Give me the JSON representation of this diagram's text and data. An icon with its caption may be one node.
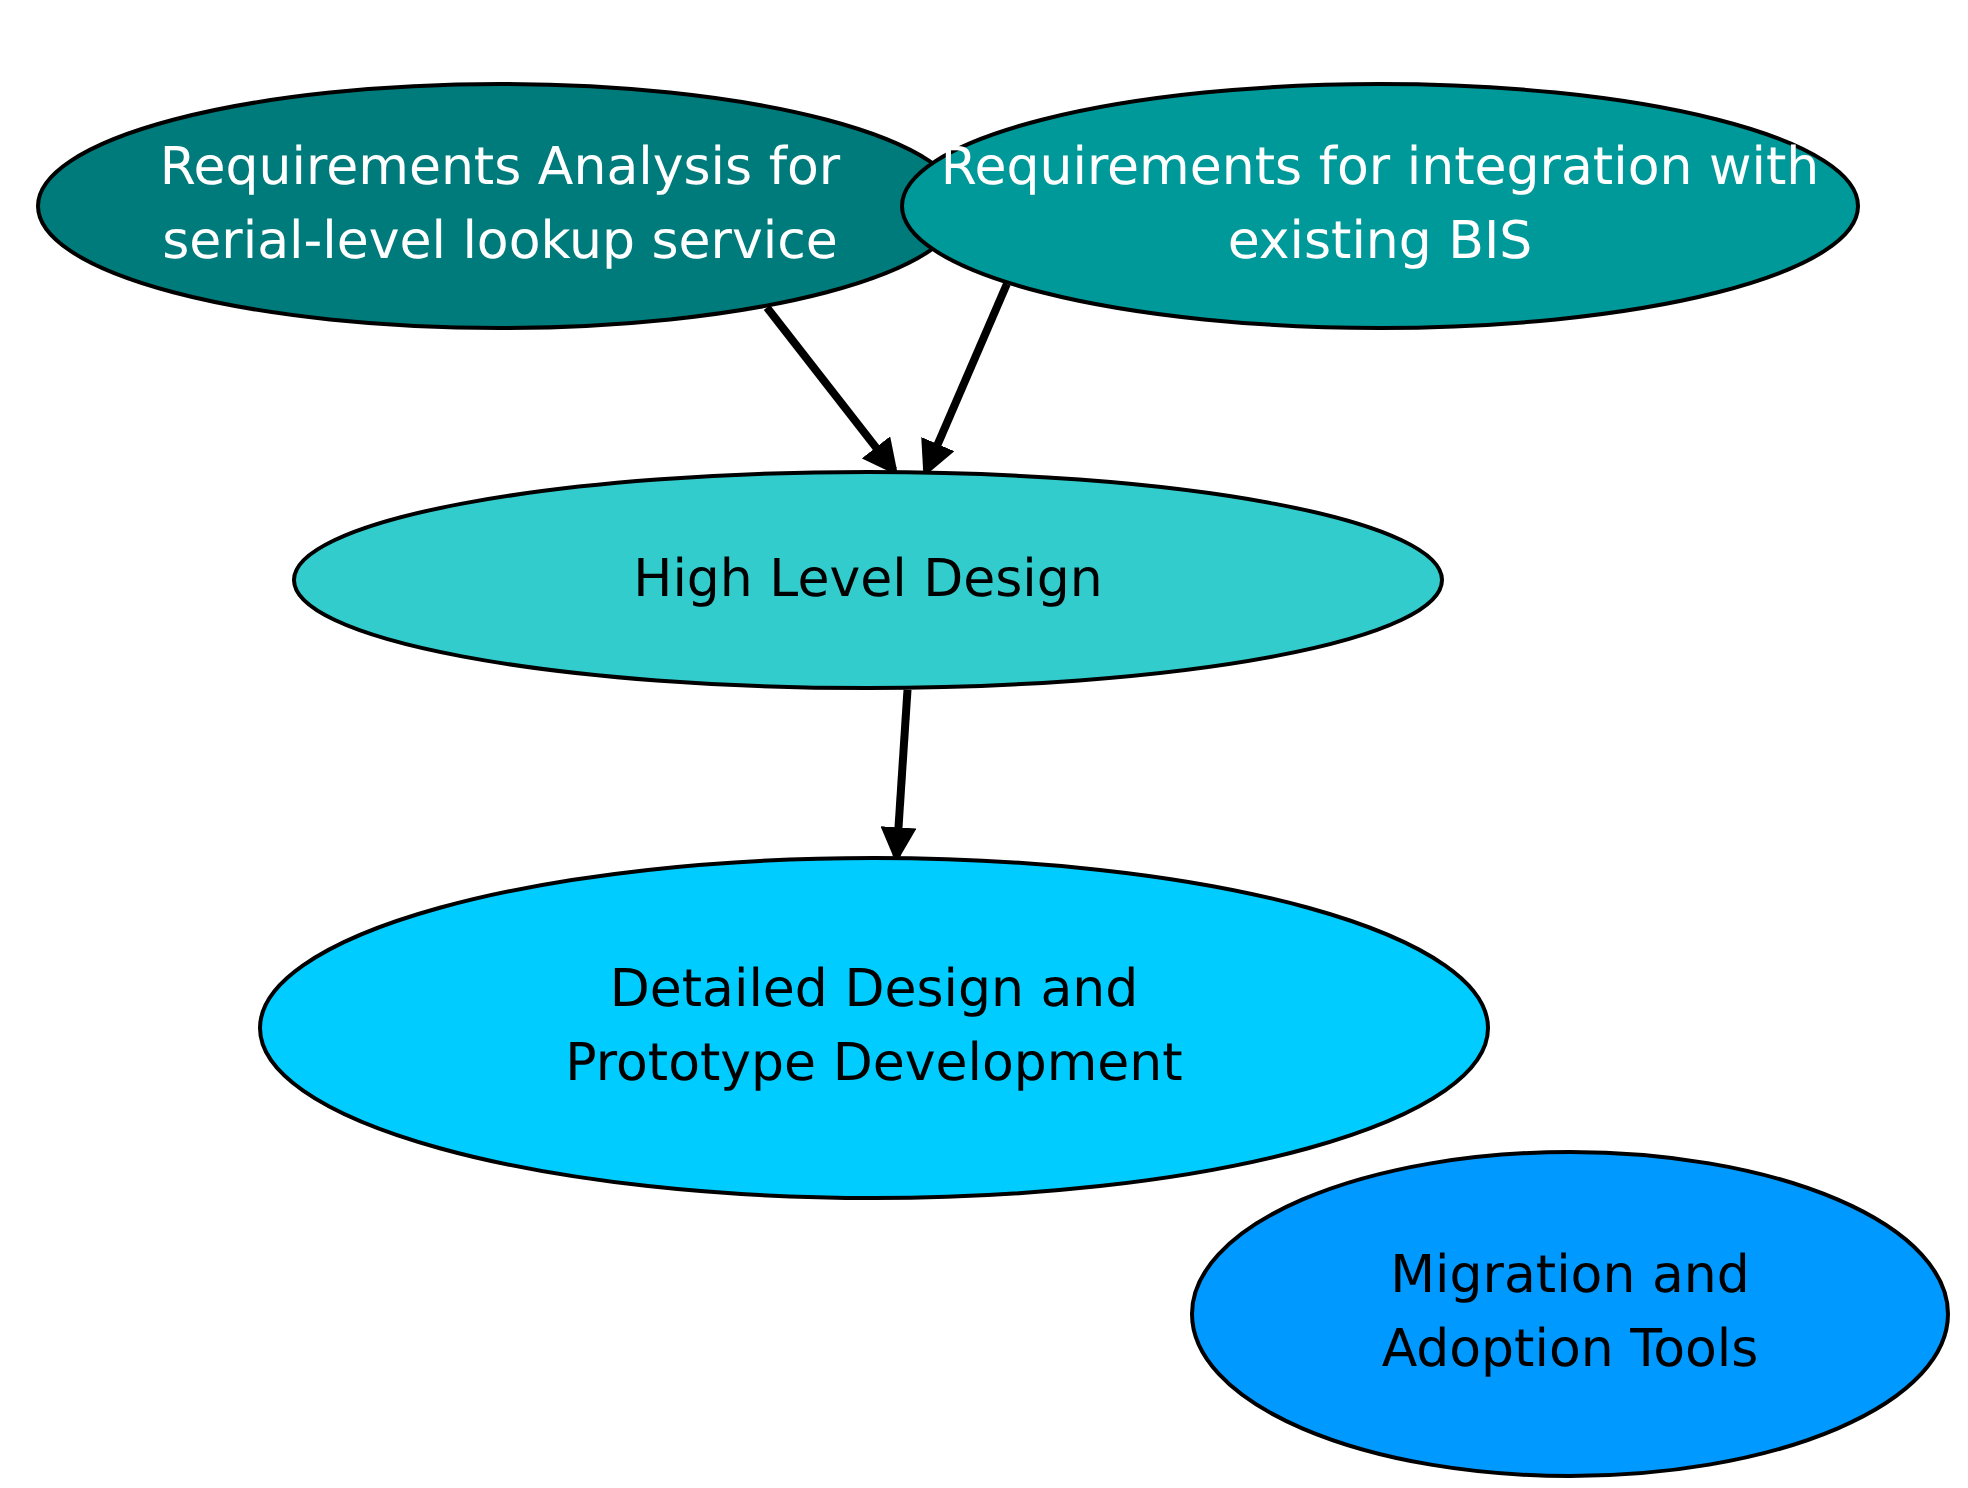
{
  "diagram": {
    "nodes": [
      {
        "text": [
          "Requirements Analysis for serial-level lookup service"
        ]
      },
      {
        "text": [
          "Requirements for integration with existing BIS"
        ]
      },
      {
        "text": [
          "High Level Design"
        ]
      },
      {
        "text": [
          "Detailed Design and Prototype Development"
        ]
      },
      {
        "text": [
          "Migration and Adoption Tools"
        ]
      }
    ],
    "edges": [
      {
        "from": 0,
        "to": 2,
        "arrow": "to"
      },
      {
        "from": 1,
        "to": 2,
        "arrow": "to"
      },
      {
        "from": 2,
        "to": 3,
        "arrow": "to"
      }
    ]
  }
}
